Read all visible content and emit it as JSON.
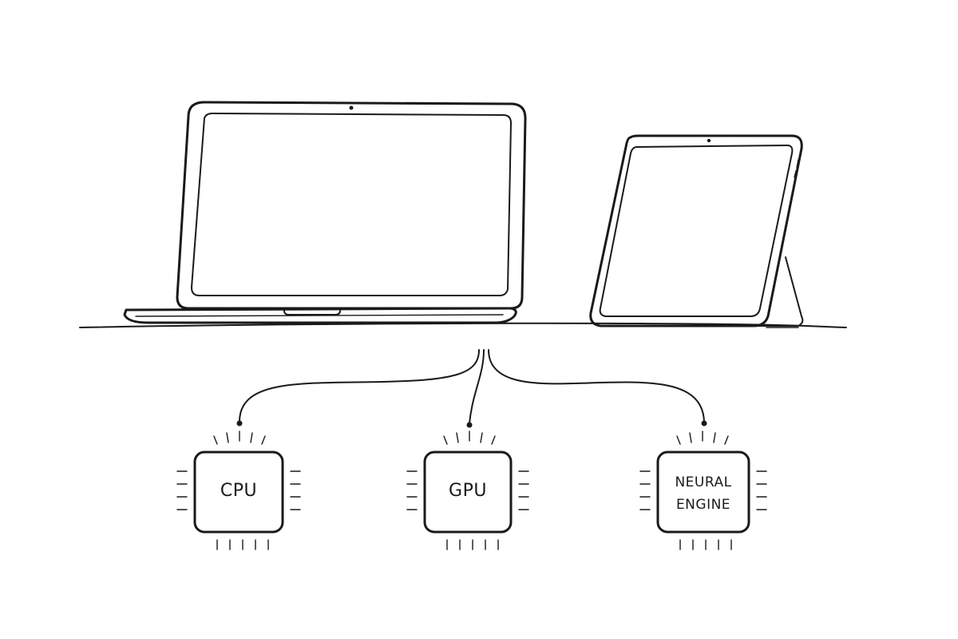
{
  "diagram": {
    "devices": [
      {
        "id": "laptop",
        "icon": "laptop-icon"
      },
      {
        "id": "tablet",
        "icon": "tablet-icon"
      }
    ],
    "chips": [
      {
        "id": "cpu",
        "label": "CPU",
        "icon": "chip-icon"
      },
      {
        "id": "gpu",
        "label": "GPU",
        "icon": "chip-icon"
      },
      {
        "id": "neural",
        "label_line1": "NEURAL",
        "label_line2": "ENGINE",
        "icon": "chip-icon"
      }
    ],
    "colors": {
      "ink": "#1a1a1a",
      "background": "#ffffff"
    }
  }
}
